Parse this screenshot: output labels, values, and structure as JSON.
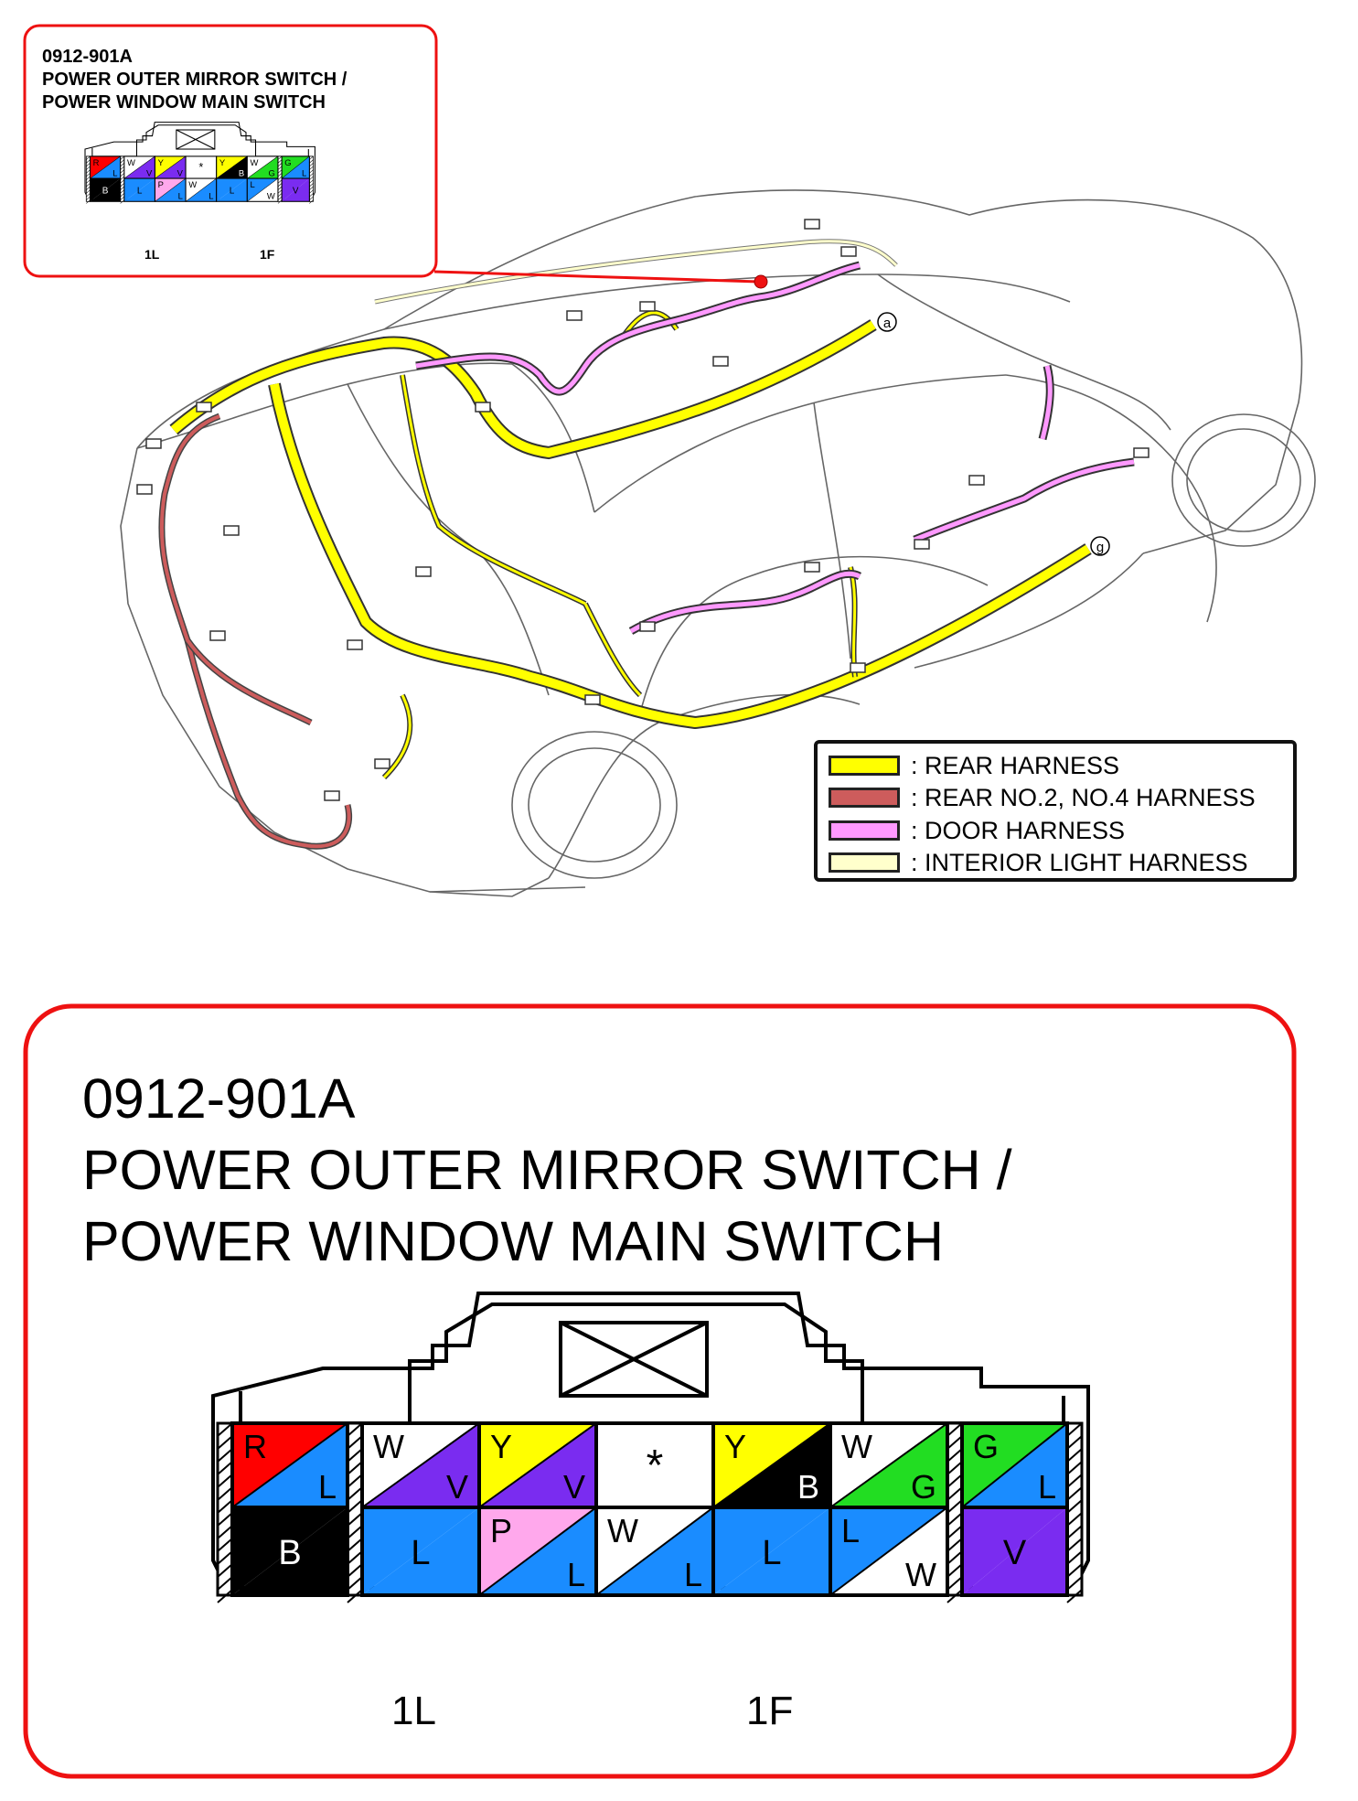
{
  "header": {
    "code": "0912-901A",
    "title_line1": "POWER OUTER MIRROR SWITCH /",
    "title_line2": "POWER WINDOW MAIN SWITCH"
  },
  "detail": {
    "code": "0912-901A",
    "title_line1": "POWER OUTER MIRROR SWITCH /",
    "title_line2": "POWER WINDOW MAIN SWITCH"
  },
  "connector": {
    "left_label": "1L",
    "right_label": "1F",
    "pins": [
      {
        "row": 0,
        "col": 0,
        "top": "R",
        "bottom": "L",
        "c1": "#ff0000",
        "c2": "#1a8cff"
      },
      {
        "row": 0,
        "col": 1,
        "top": "W",
        "bottom": "V",
        "c1": "#ffffff",
        "c2": "#7a2cf0"
      },
      {
        "row": 0,
        "col": 2,
        "top": "Y",
        "bottom": "V",
        "c1": "#ffff00",
        "c2": "#7a2cf0"
      },
      {
        "row": 0,
        "col": 3,
        "top": "*",
        "bottom": "",
        "c1": "#ffffff",
        "c2": "#ffffff"
      },
      {
        "row": 0,
        "col": 4,
        "top": "Y",
        "bottom": "B",
        "c1": "#ffff00",
        "c2": "#000000"
      },
      {
        "row": 0,
        "col": 5,
        "top": "W",
        "bottom": "G",
        "c1": "#ffffff",
        "c2": "#22dd22"
      },
      {
        "row": 0,
        "col": 6,
        "top": "G",
        "bottom": "L",
        "c1": "#22dd22",
        "c2": "#1a8cff"
      },
      {
        "row": 1,
        "col": 0,
        "top": "B",
        "bottom": "",
        "c1": "#000000",
        "c2": "#000000"
      },
      {
        "row": 1,
        "col": 1,
        "top": "L",
        "bottom": "",
        "c1": "#1a8cff",
        "c2": "#1a8cff"
      },
      {
        "row": 1,
        "col": 2,
        "top": "P",
        "bottom": "L",
        "c1": "#ffa8ec",
        "c2": "#1a8cff"
      },
      {
        "row": 1,
        "col": 3,
        "top": "W",
        "bottom": "L",
        "c1": "#ffffff",
        "c2": "#1a8cff"
      },
      {
        "row": 1,
        "col": 4,
        "top": "L",
        "bottom": "",
        "c1": "#1a8cff",
        "c2": "#1a8cff"
      },
      {
        "row": 1,
        "col": 5,
        "top": "L",
        "bottom": "W",
        "c1": "#1a8cff",
        "c2": "#ffffff"
      },
      {
        "row": 1,
        "col": 6,
        "top": "V",
        "bottom": "",
        "c1": "#7a2cf0",
        "c2": "#7a2cf0"
      }
    ]
  },
  "callouts": {
    "a": "a",
    "g": "g"
  },
  "legend": [
    {
      "label": ": REAR HARNESS",
      "color": "#ffff00"
    },
    {
      "label": ": REAR NO.2, NO.4 HARNESS",
      "color": "#cd5c5c"
    },
    {
      "label": ": DOOR HARNESS",
      "color": "#ff99ff"
    },
    {
      "label": ": INTERIOR LIGHT HARNESS",
      "color": "#ffffcc"
    }
  ],
  "colors": {
    "frame": "#ee1111",
    "rear": "#ffff00",
    "rear2": "#cd5c5c",
    "door": "#ff99ff",
    "interior": "#ffffcc"
  }
}
